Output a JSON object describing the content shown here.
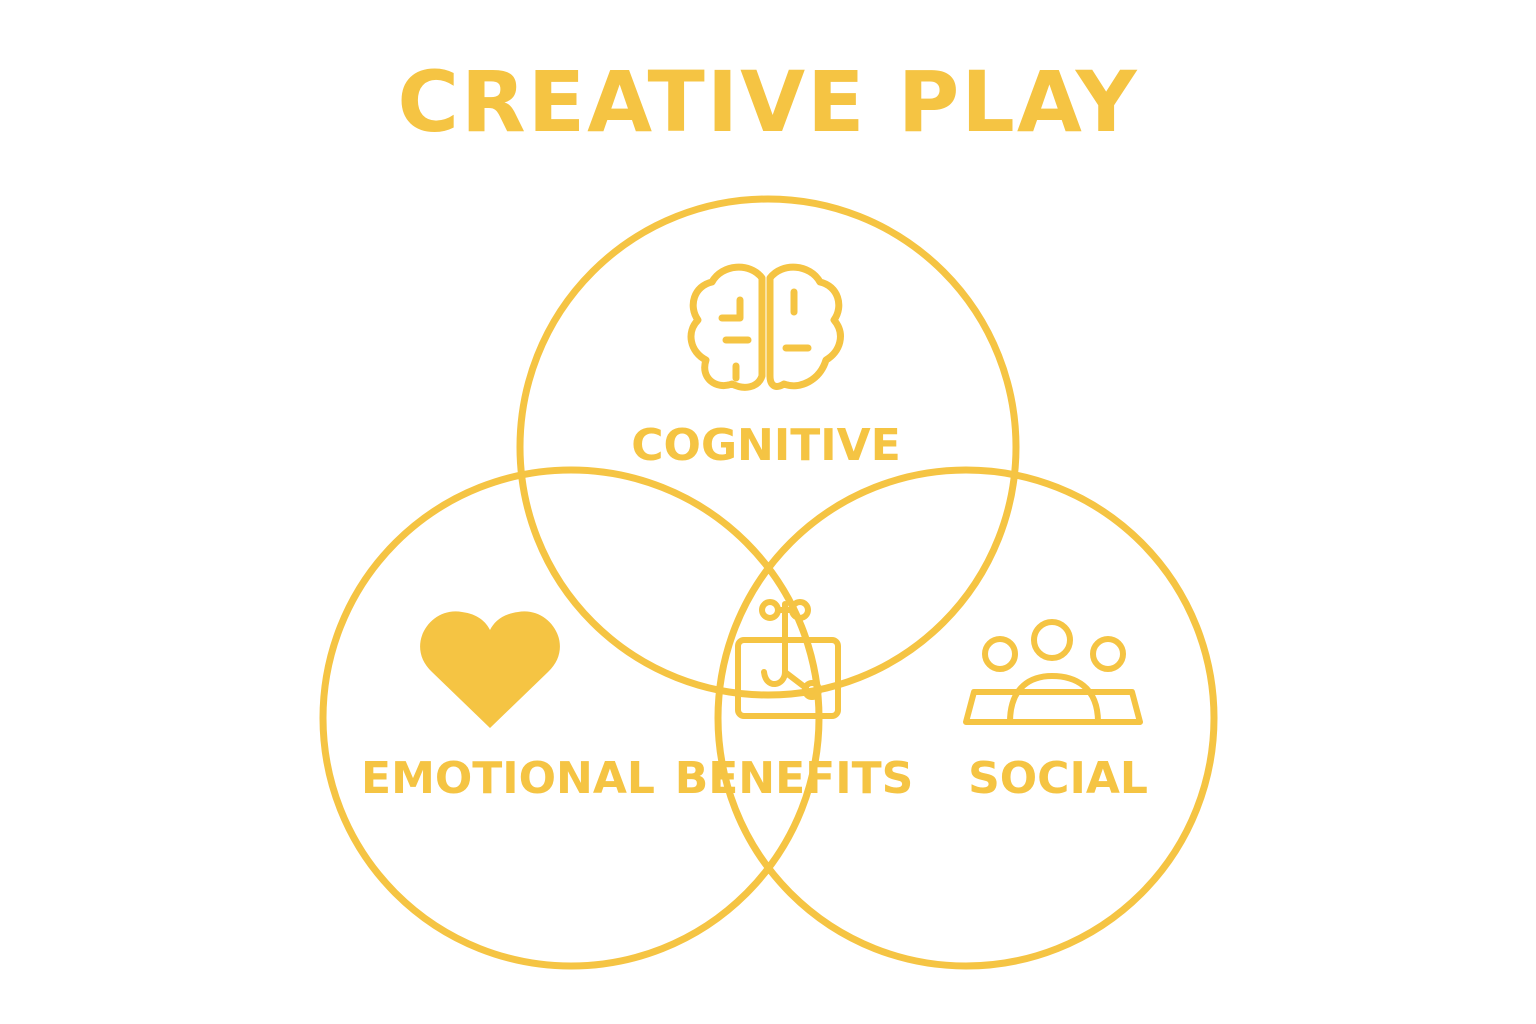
{
  "title": "CREATIVE PLAY",
  "colors": {
    "accent": "#F5C443",
    "background": "#FFFFFF"
  },
  "sections": [
    {
      "label": "COGNITIVE",
      "icon": "brain-icon"
    },
    {
      "label": "EMOTIONAL",
      "icon": "heart-icon"
    },
    {
      "label": "SOCIAL",
      "icon": "people-group-icon"
    }
  ],
  "center": {
    "label": "BENEFITS",
    "icon": "puzzle-connector-icon"
  }
}
